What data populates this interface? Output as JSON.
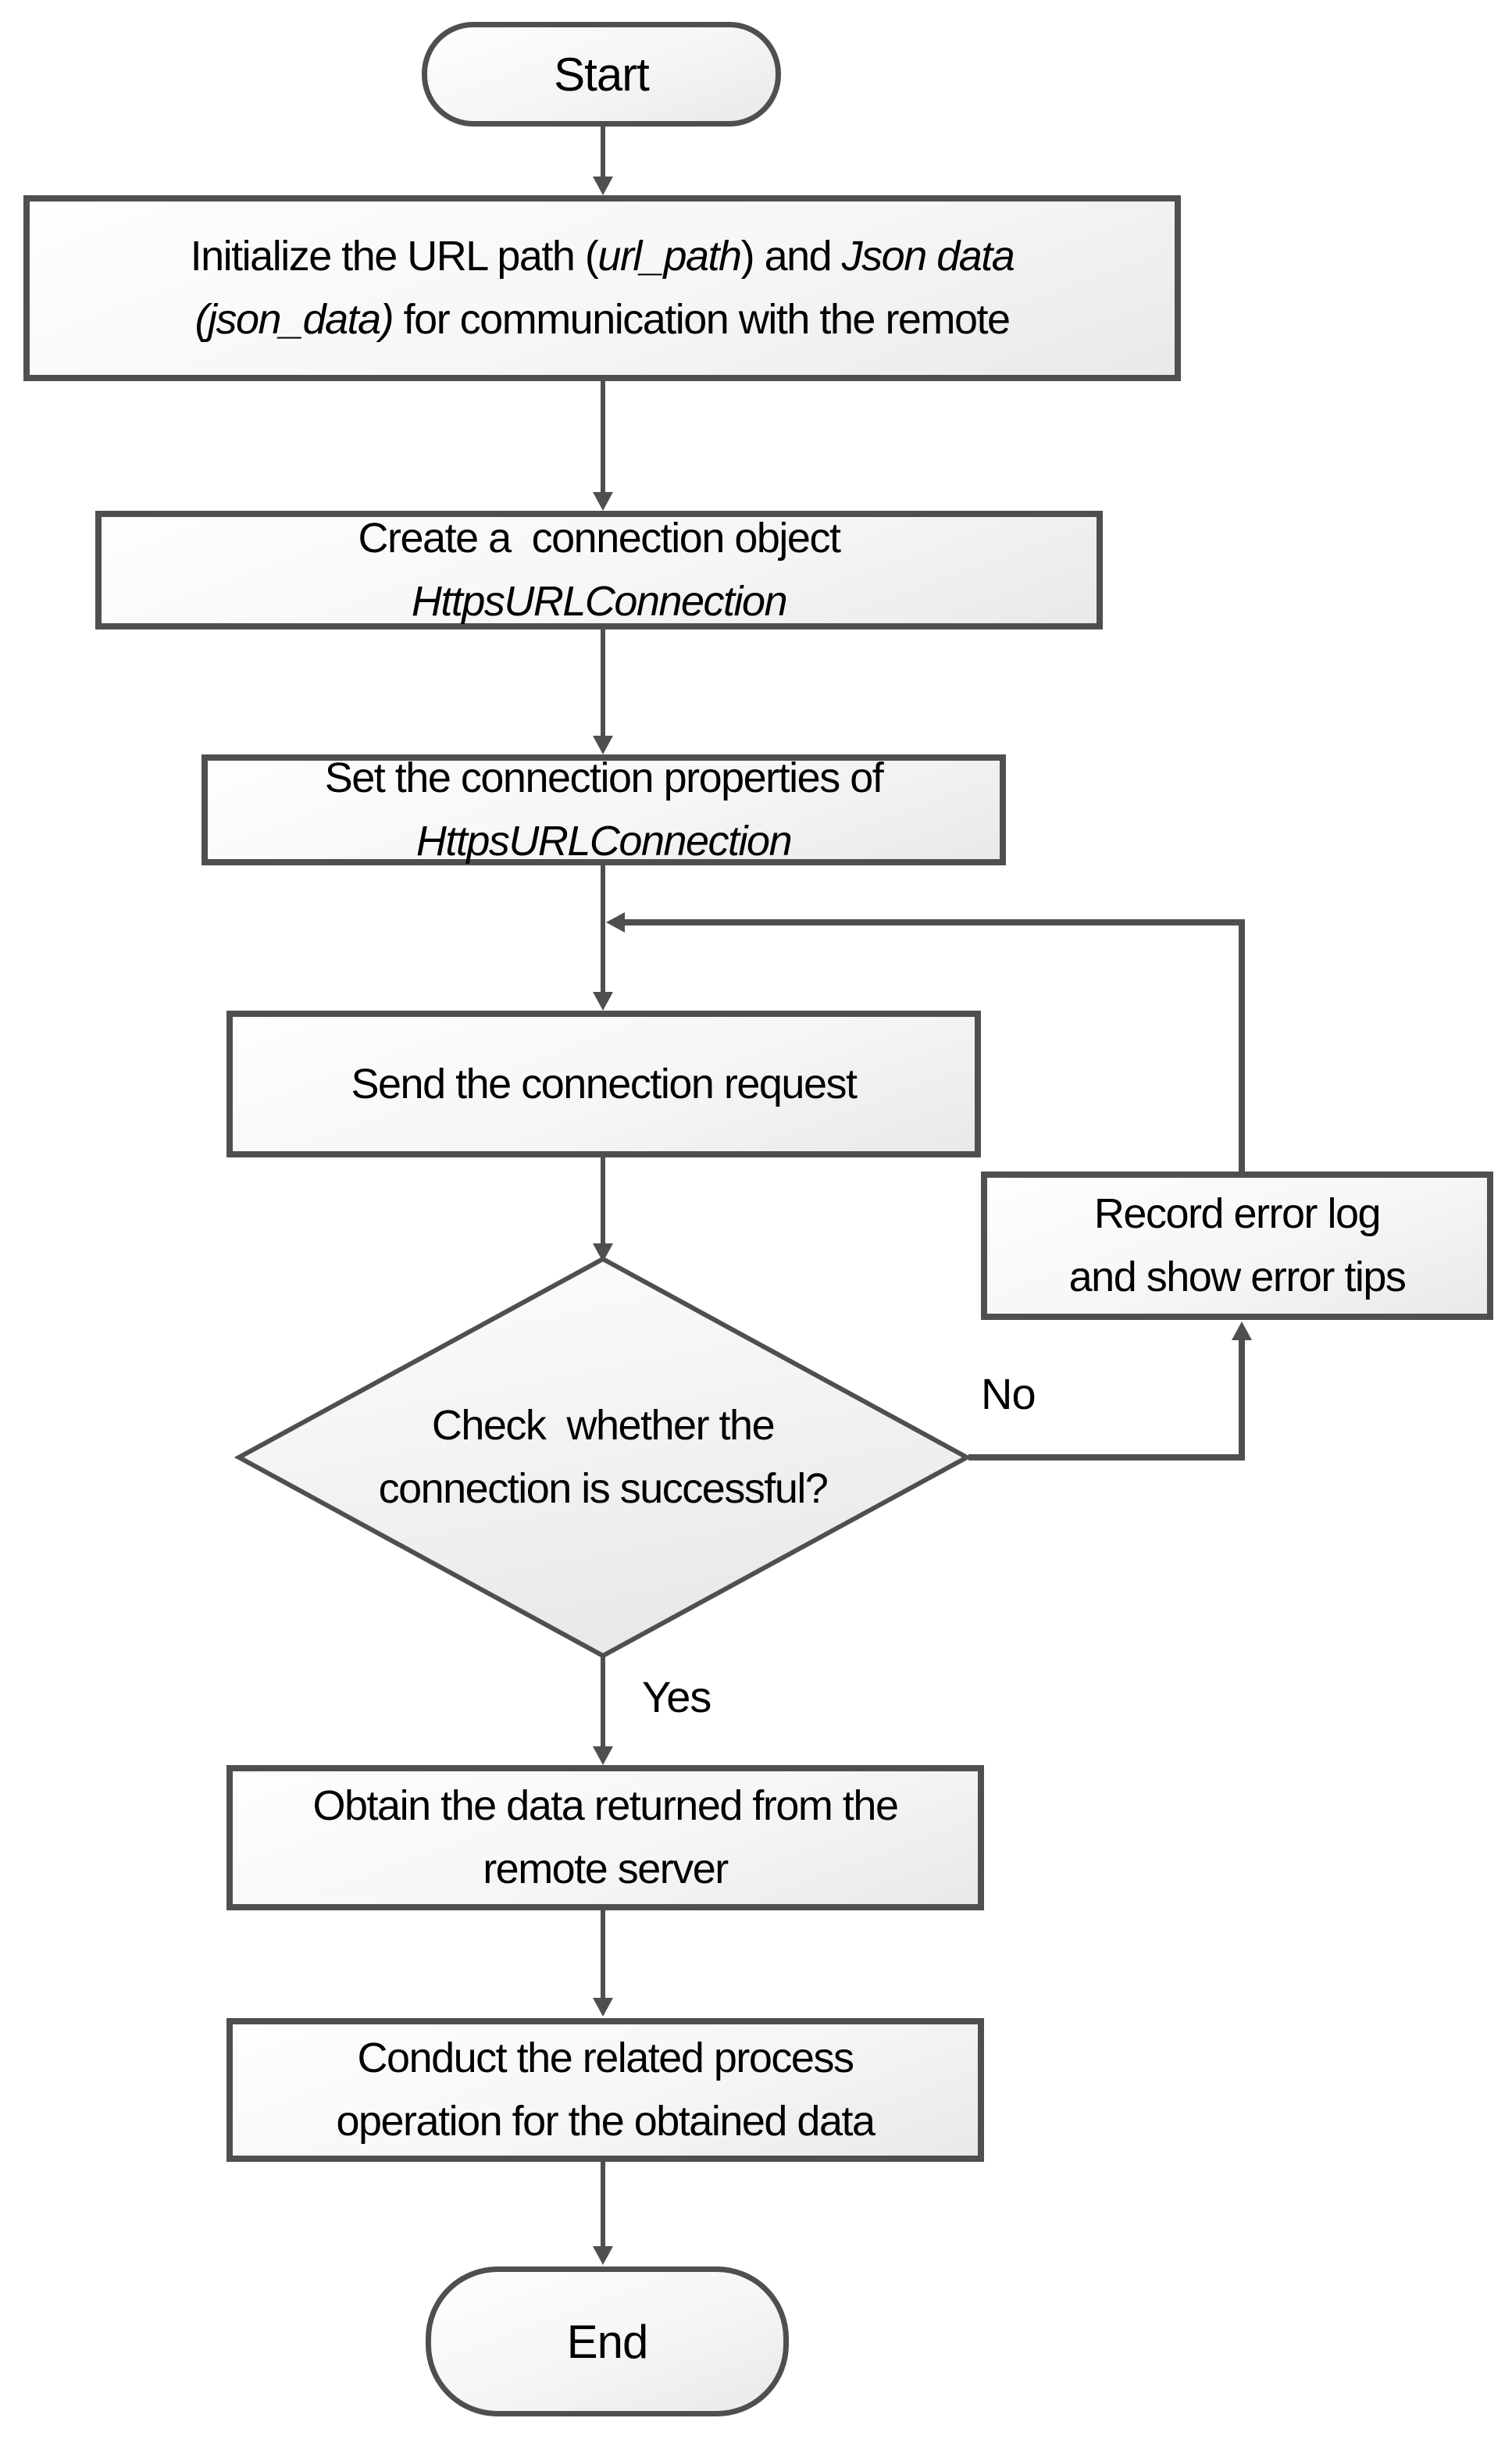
{
  "colors": {
    "line": "#4f4f4f",
    "fill_top": "#fefefe",
    "fill_bottom": "#e9e9e9",
    "text": "#000000"
  },
  "nodes": {
    "start": {
      "type": "terminator",
      "label": "Start"
    },
    "init": {
      "type": "process",
      "lines": [
        [
          {
            "text": "Initialize the URL path ("
          },
          {
            "text": "url_path",
            "italic": true
          },
          {
            "text": ") and "
          },
          {
            "text": "Json data",
            "italic": true
          }
        ],
        [
          {
            "text": "(",
            "italic": true
          },
          {
            "text": "json_data",
            "italic": true
          },
          {
            "text": ")",
            "italic": true
          },
          {
            "text": " for communication with the remote"
          }
        ]
      ]
    },
    "create": {
      "type": "process",
      "lines": [
        [
          {
            "text": "Create a  connection object"
          }
        ],
        [
          {
            "text": "HttpsURLConnection",
            "italic": true
          }
        ]
      ]
    },
    "set_props": {
      "type": "process",
      "lines": [
        [
          {
            "text": "Set the connection properties of"
          }
        ],
        [
          {
            "text": "HttpsURLConnection",
            "italic": true
          }
        ]
      ]
    },
    "send": {
      "type": "process",
      "lines": [
        [
          {
            "text": "Send the connection request"
          }
        ]
      ]
    },
    "record_error": {
      "type": "process",
      "lines": [
        [
          {
            "text": "Record error log"
          }
        ],
        [
          {
            "text": "and show error tips"
          }
        ]
      ]
    },
    "check": {
      "type": "decision",
      "lines": [
        [
          {
            "text": "Check  whether the"
          }
        ],
        [
          {
            "text": "connection is successful?"
          }
        ]
      ]
    },
    "obtain": {
      "type": "process",
      "lines": [
        [
          {
            "text": "Obtain the data returned from the"
          }
        ],
        [
          {
            "text": "remote server"
          }
        ]
      ]
    },
    "conduct": {
      "type": "process",
      "lines": [
        [
          {
            "text": "Conduct the related process"
          }
        ],
        [
          {
            "text": "operation for the obtained data"
          }
        ]
      ]
    },
    "end": {
      "type": "terminator",
      "label": "End"
    }
  },
  "edge_labels": {
    "no": "No",
    "yes": "Yes"
  }
}
